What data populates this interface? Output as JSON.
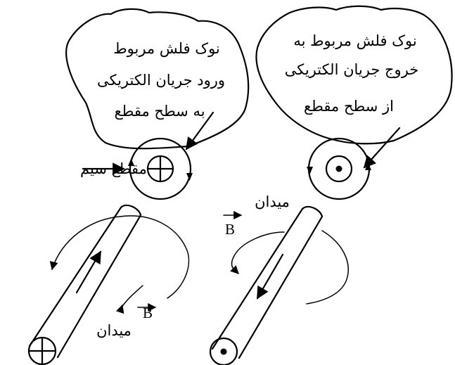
{
  "bubble_left": {
    "line1": "نوک فلش مربوط",
    "line2": "ورود جریان الکتریکی",
    "line3": "به سطح مقطع"
  },
  "bubble_right": {
    "line1": "نوک فلش مربوط به",
    "line2": "خروج جریان الکتریکی",
    "line3": "از سطح مقطع"
  },
  "wire_section_label": "مقطع سیم",
  "field_label_left": "میدان",
  "field_label_right": "میدان",
  "field_symbol_left": "B",
  "field_symbol_right": "B"
}
